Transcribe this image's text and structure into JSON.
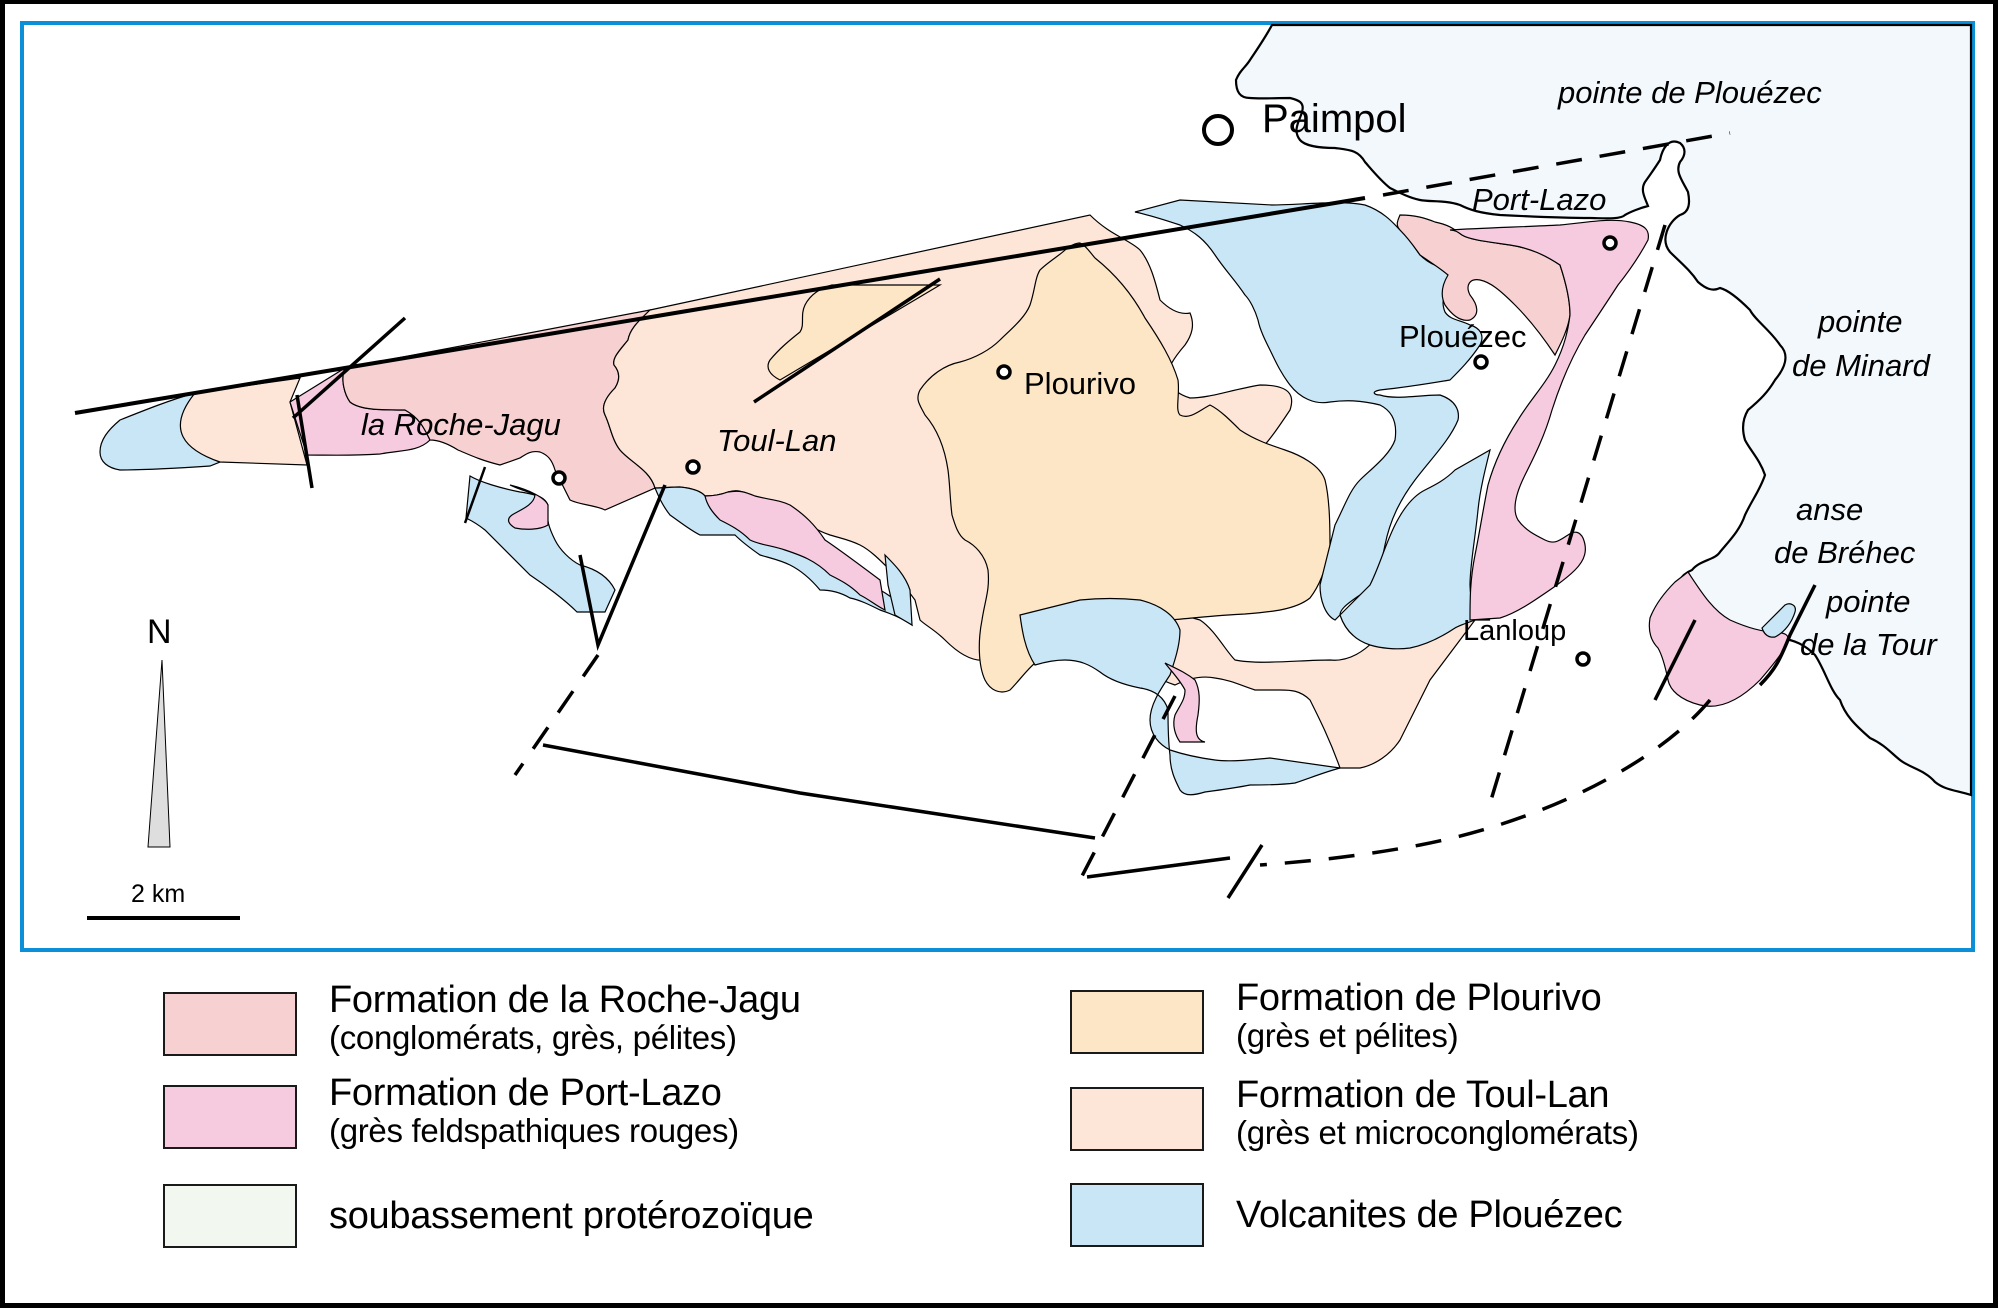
{
  "colors": {
    "roche_jagu": "#f7d1d1",
    "port_lazo": "#f6cadf",
    "soubassement": "#f2f7ef",
    "plourivo": "#fde6c6",
    "toul_lan": "#fde6d8",
    "volcanites": "#c8e6f6",
    "sea": "#f2f8fc",
    "frame_blue": "#0b8fd6",
    "north_arrow": "#dedede"
  },
  "map": {
    "places": {
      "paimpol": "Paimpol",
      "pointe_plouezec": "pointe de Plouézec",
      "port_lazo": "Port-Lazo",
      "plouezec": "Plouézec",
      "plourivo": "Plourivo",
      "roche_jagu": "la Roche-Jagu",
      "toul_lan": "Toul-Lan",
      "pointe_minard_1": "pointe",
      "pointe_minard_2": "de Minard",
      "anse_brehec_1": "anse",
      "anse_brehec_2": "de Bréhec",
      "pointe_tour_1": "pointe",
      "pointe_tour_2": "de la Tour",
      "lanloup": "Lanloup"
    },
    "north_label": "N",
    "scale_label": "2 km"
  },
  "legend": {
    "items": [
      {
        "title": "Formation de la Roche-Jagu",
        "subtitle": "(conglomérats, grès, pélites)",
        "color_key": "roche_jagu"
      },
      {
        "title": "Formation de Port-Lazo",
        "subtitle": "(grès feldspathiques rouges)",
        "color_key": "port_lazo"
      },
      {
        "title": "soubassement protérozoïque",
        "subtitle": "",
        "color_key": "soubassement"
      },
      {
        "title": "Formation de Plourivo",
        "subtitle": "(grès et pélites)",
        "color_key": "plourivo"
      },
      {
        "title": "Formation de Toul-Lan",
        "subtitle": "(grès et microconglomérats)",
        "color_key": "toul_lan"
      },
      {
        "title": "Volcanites de Plouézec",
        "subtitle": "",
        "color_key": "volcanites"
      }
    ]
  }
}
